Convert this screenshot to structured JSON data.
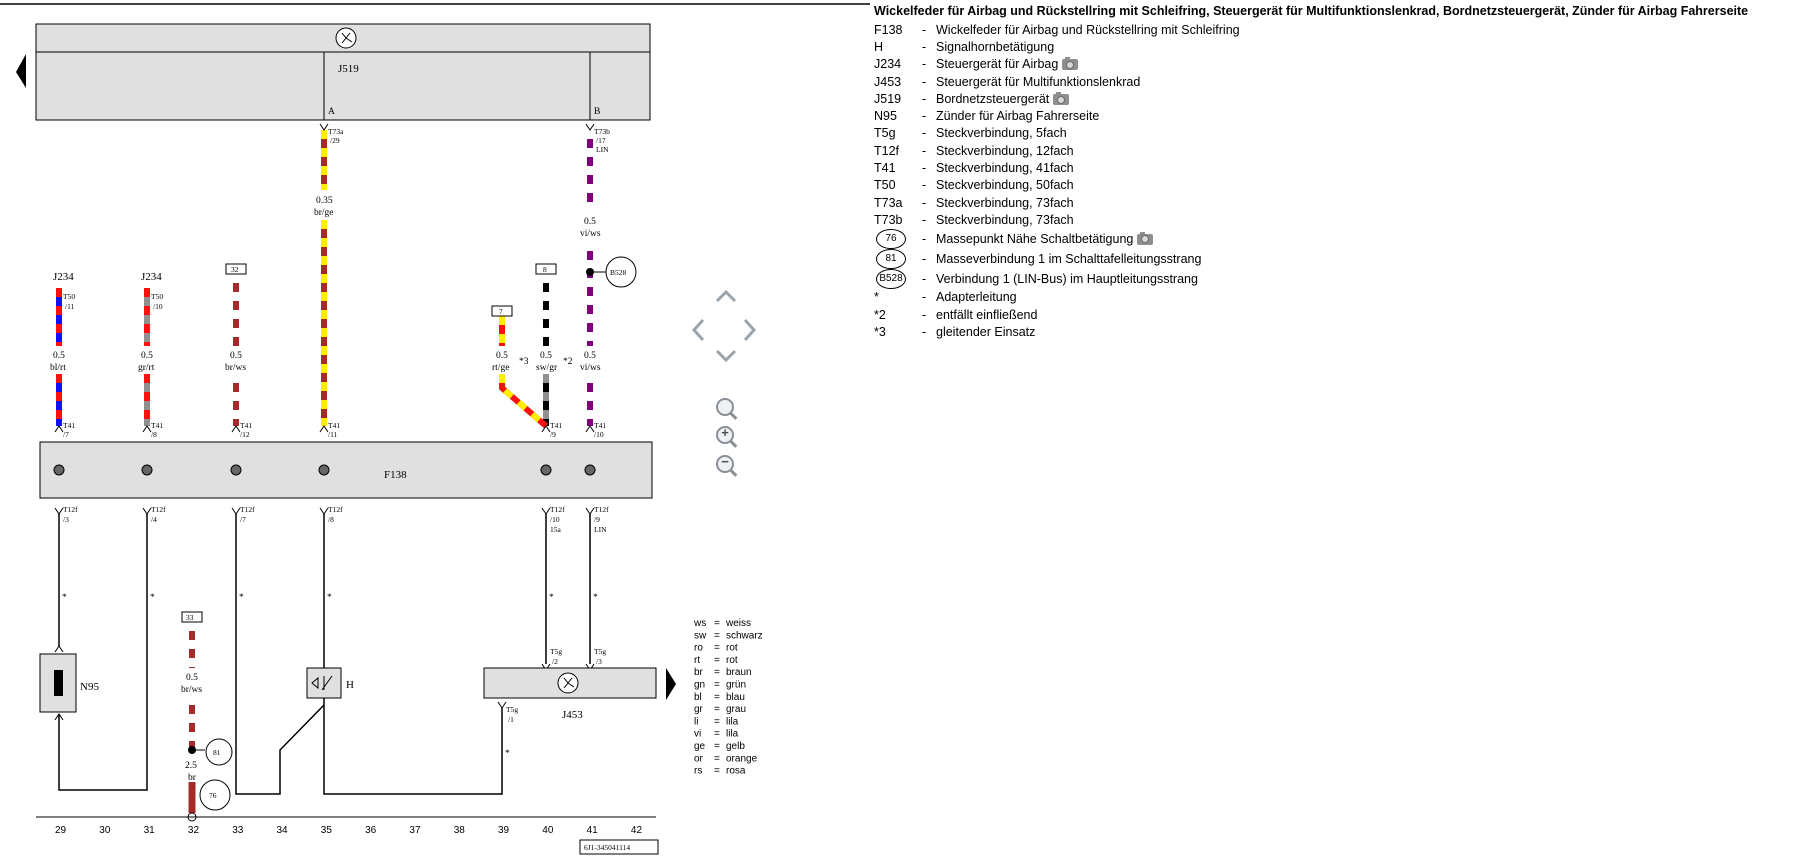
{
  "header": {
    "title": "Wickelfeder für Airbag und Rückstellring mit Schleifring, Steuergerät für Multifunktionslenkrad, Bordnetzsteuergerät, Zünder für Airbag Fahrerseite"
  },
  "components": {
    "j519": "J519",
    "f138": "F138",
    "n95": "N95",
    "h": "H",
    "j453": "J453",
    "j234_a": "J234",
    "j234_b": "J234"
  },
  "pins": {
    "j519_a": "A",
    "j519_b": "B",
    "t73a": "T73a",
    "t73a_pin": "/29",
    "t73b": "T73b",
    "t73b_pin": "/17",
    "t73b_lin": "LIN",
    "t50_11": "T50",
    "t50_11_pin": "/11",
    "t50_10": "T50",
    "t50_10_pin": "/10",
    "t41_7": "T41",
    "t41_7_pin": "/7",
    "t41_8": "T41",
    "t41_8_pin": "/8",
    "t41_12": "T41",
    "t41_12_pin": "/12",
    "t41_11": "T41",
    "t41_11_pin": "/11",
    "t41_9": "T41",
    "t41_9_pin": "/9",
    "t41_10": "T41",
    "t41_10_pin": "/10",
    "t12f_3": "T12f",
    "t12f_3_pin": "/3",
    "t12f_4": "T12f",
    "t12f_4_pin": "/4",
    "t12f_7": "T12f",
    "t12f_7_pin": "/7",
    "t12f_8": "T12f",
    "t12f_8_pin": "/8",
    "t12f_10": "T12f",
    "t12f_10_pin": "/10",
    "t12f_10_extra": "15a",
    "t12f_9": "T12f",
    "t12f_9_pin": "/9",
    "t12f_9_lin": "LIN",
    "t5g_2": "T5g",
    "t5g_2_pin": "/2",
    "t5g_3": "T5g",
    "t5g_3_pin": "/3",
    "t5g_1": "T5g",
    "t5g_1_pin": "/1"
  },
  "wires": {
    "w29a_size": "0.35",
    "w29a_color": "br/ge",
    "wlin_size": "0.5",
    "wlin_color": "vi/ws",
    "w7_size": "0.5",
    "w7_color": "bl/rt",
    "w8_size": "0.5",
    "w8_color": "gr/rt",
    "w12_size": "0.5",
    "w12_color": "br/ws",
    "w9a_size": "0.5",
    "w9a_color": "rt/ge",
    "w9b_size": "0.5",
    "w9b_color": "sw/gr",
    "w10_size": "0.5",
    "w10_color": "vi/ws",
    "w33_size": "0.5",
    "w33_color": "br/ws",
    "w32_size": "2.5",
    "w32_color": "br"
  },
  "refs": {
    "r32": "32",
    "r8": "8",
    "r7": "7",
    "r33": "33",
    "b528": "B528",
    "g81": "81",
    "g76": "76"
  },
  "notes": {
    "star": "*",
    "star2": "*2",
    "star3": "*3"
  },
  "ruler": [
    "29",
    "30",
    "31",
    "32",
    "33",
    "34",
    "35",
    "36",
    "37",
    "38",
    "39",
    "40",
    "41",
    "42"
  ],
  "docref": "6J1-345041114",
  "colors_legend": [
    {
      "code": "ws",
      "eq": "=",
      "name": "weiss"
    },
    {
      "code": "sw",
      "eq": "=",
      "name": "schwarz"
    },
    {
      "code": "ro",
      "eq": "=",
      "name": "rot"
    },
    {
      "code": "rt",
      "eq": "=",
      "name": "rot"
    },
    {
      "code": "br",
      "eq": "=",
      "name": "braun"
    },
    {
      "code": "gn",
      "eq": "=",
      "name": "grün"
    },
    {
      "code": "bl",
      "eq": "=",
      "name": "blau"
    },
    {
      "code": "gr",
      "eq": "=",
      "name": "grau"
    },
    {
      "code": "li",
      "eq": "=",
      "name": "lila"
    },
    {
      "code": "vi",
      "eq": "=",
      "name": "lila"
    },
    {
      "code": "ge",
      "eq": "=",
      "name": "gelb"
    },
    {
      "code": "or",
      "eq": "=",
      "name": "orange"
    },
    {
      "code": "rs",
      "eq": "=",
      "name": "rosa"
    }
  ],
  "legend": [
    {
      "code": "F138",
      "dash": "-",
      "desc": "Wickelfeder für Airbag und Rückstellring mit Schleifring",
      "camera": false,
      "circle": false
    },
    {
      "code": "H",
      "dash": "-",
      "desc": "Signalhornbetätigung",
      "camera": false,
      "circle": false
    },
    {
      "code": "J234",
      "dash": "-",
      "desc": "Steuergerät für Airbag",
      "camera": true,
      "circle": false
    },
    {
      "code": "J453",
      "dash": "-",
      "desc": "Steuergerät für Multifunktionslenkrad",
      "camera": false,
      "circle": false
    },
    {
      "code": "J519",
      "dash": "-",
      "desc": "Bordnetzsteuergerät",
      "camera": true,
      "circle": false
    },
    {
      "code": "N95",
      "dash": "-",
      "desc": "Zünder für Airbag Fahrerseite",
      "camera": false,
      "circle": false
    },
    {
      "code": "T5g",
      "dash": "-",
      "desc": "Steckverbindung, 5fach",
      "camera": false,
      "circle": false
    },
    {
      "code": "T12f",
      "dash": "-",
      "desc": "Steckverbindung, 12fach",
      "camera": false,
      "circle": false
    },
    {
      "code": "T41",
      "dash": "-",
      "desc": "Steckverbindung, 41fach",
      "camera": false,
      "circle": false
    },
    {
      "code": "T50",
      "dash": "-",
      "desc": "Steckverbindung, 50fach",
      "camera": false,
      "circle": false
    },
    {
      "code": "T73a",
      "dash": "-",
      "desc": "Steckverbindung, 73fach",
      "camera": false,
      "circle": false
    },
    {
      "code": "T73b",
      "dash": "-",
      "desc": "Steckverbindung, 73fach",
      "camera": false,
      "circle": false
    },
    {
      "code": "76",
      "dash": "-",
      "desc": "Massepunkt Nähe Schaltbetätigung",
      "camera": true,
      "circle": true
    },
    {
      "code": "81",
      "dash": "-",
      "desc": "Masseverbindung 1 im Schalttafelleitungsstrang",
      "camera": false,
      "circle": true
    },
    {
      "code": "B528",
      "dash": "-",
      "desc": "Verbindung 1 (LIN-Bus) im Hauptleitungsstrang",
      "camera": false,
      "circle": true
    },
    {
      "code": "*",
      "dash": "-",
      "desc": "Adapterleitung",
      "camera": false,
      "circle": false
    },
    {
      "code": "*2",
      "dash": "-",
      "desc": "entfällt einfließend",
      "camera": false,
      "circle": false
    },
    {
      "code": "*3",
      "dash": "-",
      "desc": "gleitender Einsatz",
      "camera": false,
      "circle": false
    }
  ],
  "controls": {
    "icons": [
      "chevron-up-icon",
      "chevron-left-icon",
      "chevron-right-icon",
      "chevron-down-icon",
      "zoom-icon",
      "zoom-in-icon",
      "zoom-out-icon"
    ],
    "zoom_plus": "+",
    "zoom_minus": "−"
  },
  "palette": {
    "br": "#a52a2a",
    "ge": "#ffee00",
    "vi": "#800080",
    "ws": "#ffffff",
    "bl": "#1010ff",
    "rt": "#ff1010",
    "gr": "#909090",
    "sw": "#000000",
    "box": "#e0e0e0"
  }
}
